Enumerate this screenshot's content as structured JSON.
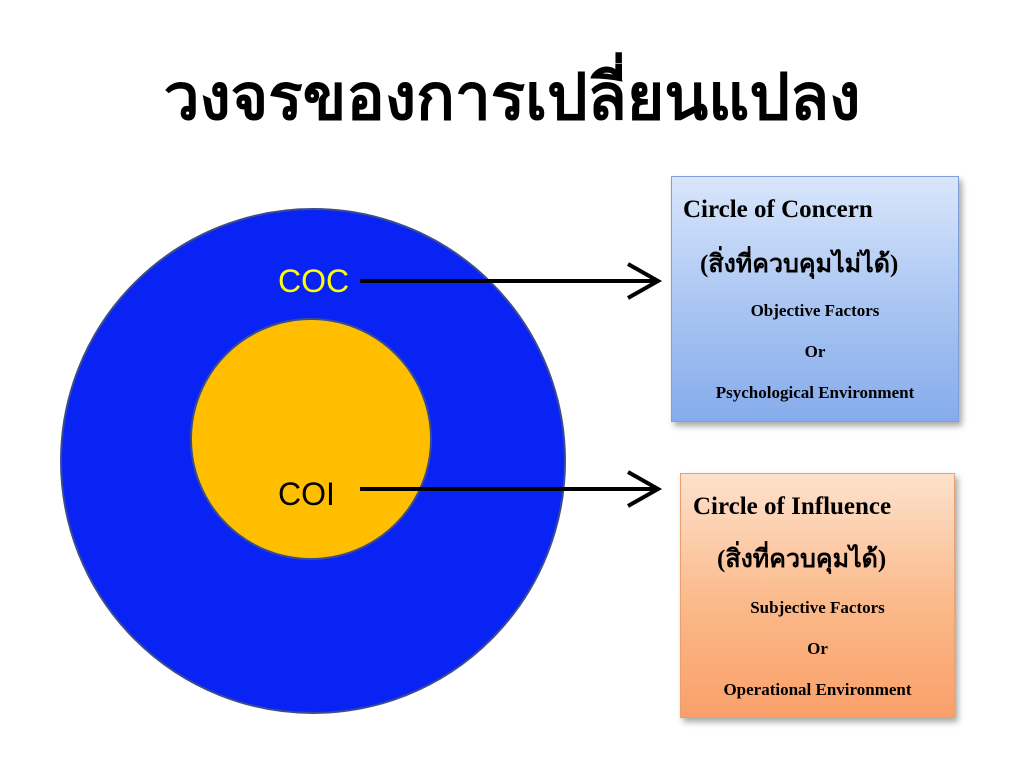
{
  "title": "วงจรของการเปลี่ยนแปลง",
  "colors": {
    "outer_circle": "#0a23f5",
    "inner_circle": "#ffbf00",
    "coc_label": "#ffff00",
    "coi_label": "#000000",
    "arrow": "#000000",
    "concern_box": "#a7c4f2",
    "influence_box": "#fbb888"
  },
  "diagram": {
    "outer_circle": {
      "label": "COC"
    },
    "inner_circle": {
      "label": "COI"
    }
  },
  "boxes": {
    "concern": {
      "heading": "Circle of Concern",
      "thai": "(สิ่งที่ควบคุมไม่ได้)",
      "line1": "Objective Factors",
      "line2": "Or",
      "line3": "Psychological Environment"
    },
    "influence": {
      "heading": "Circle of Influence",
      "thai": "(สิ่งที่ควบคุมได้)",
      "line1": "Subjective Factors",
      "line2": "Or",
      "line3": "Operational Environment"
    }
  }
}
